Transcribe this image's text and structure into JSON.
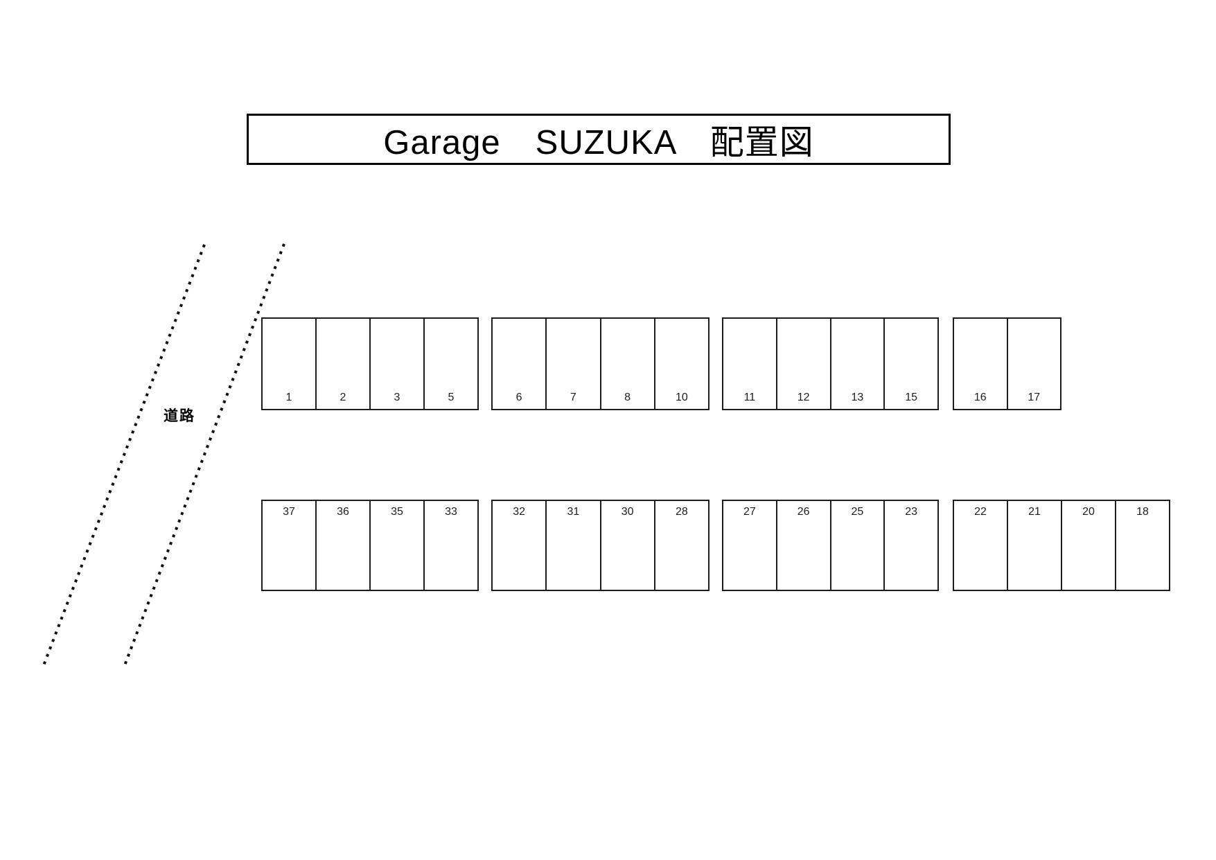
{
  "title": "Garage　SUZUKA　配置図",
  "road": {
    "label": "道路"
  },
  "parking": {
    "top_row": {
      "groups": [
        {
          "cells": [
            "1",
            "2",
            "3",
            "5"
          ]
        },
        {
          "cells": [
            "6",
            "7",
            "8",
            "10"
          ]
        },
        {
          "cells": [
            "11",
            "12",
            "13",
            "15"
          ]
        },
        {
          "cells": [
            "16",
            "17"
          ]
        }
      ]
    },
    "bottom_row": {
      "groups": [
        {
          "cells": [
            "37",
            "36",
            "35",
            "33"
          ]
        },
        {
          "cells": [
            "32",
            "31",
            "30",
            "28"
          ]
        },
        {
          "cells": [
            "27",
            "26",
            "25",
            "23"
          ]
        },
        {
          "cells": [
            "22",
            "21",
            "20",
            "18"
          ]
        }
      ]
    }
  },
  "colors": {
    "line": "#111111"
  }
}
